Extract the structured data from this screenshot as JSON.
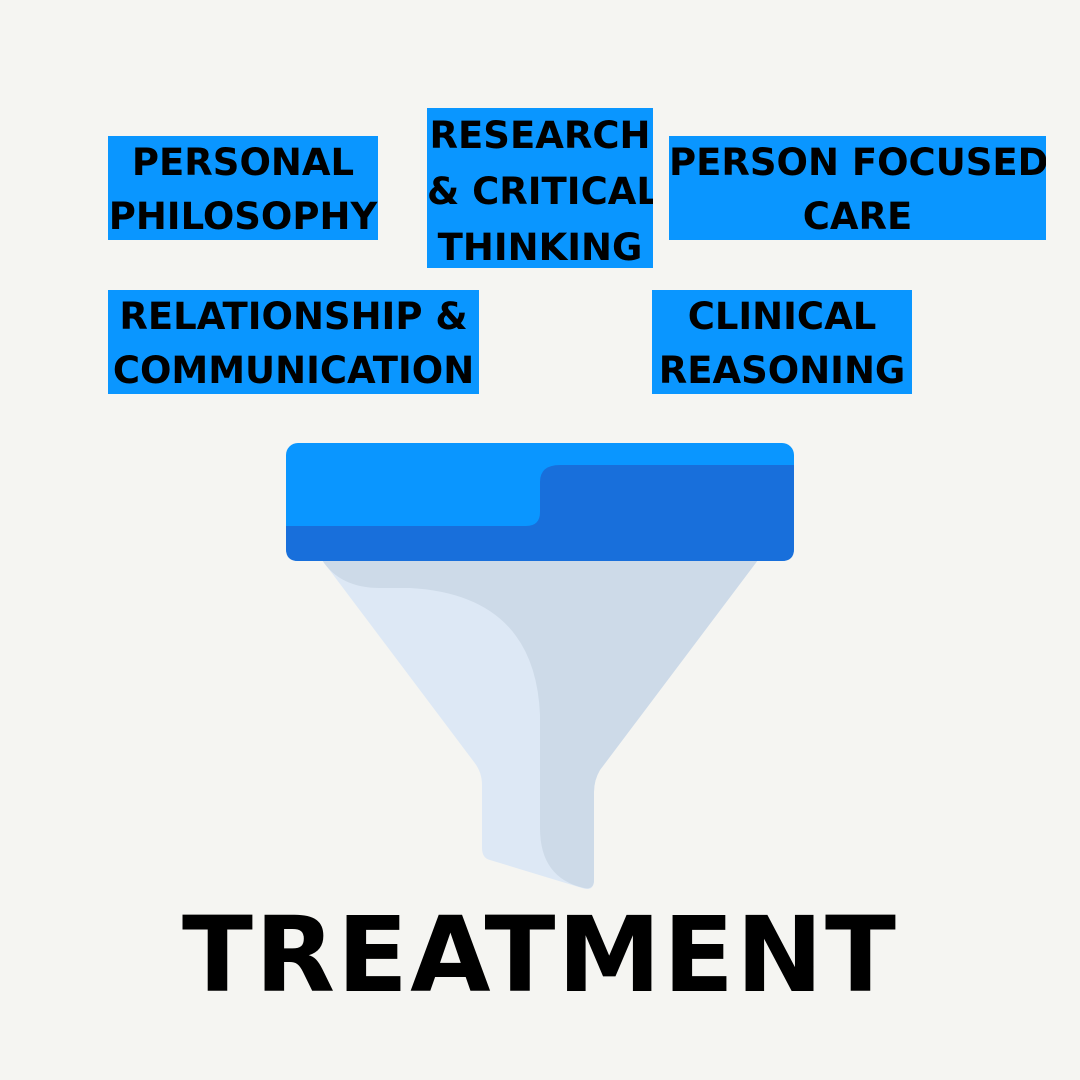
{
  "inputs": {
    "personal_philosophy": [
      "PERSONAL",
      "PHILOSOPHY"
    ],
    "research_critical_thinking": [
      "RESEARCH",
      "& CRITICAL",
      "THINKING"
    ],
    "person_focused_care": [
      "PERSON FOCUSED",
      "CARE"
    ],
    "relationship_communication": [
      "RELATIONSHIP &",
      "COMMUNICATION"
    ],
    "clinical_reasoning": [
      "CLINICAL",
      "REASONING"
    ]
  },
  "output": {
    "label": "TREATMENT"
  },
  "colors": {
    "background": "#f5f5f2",
    "label_fill": "#0a96ff",
    "funnel_rim_light": "#0a96ff",
    "funnel_rim_dark": "#186fdb",
    "funnel_body_light": "#dde8f5",
    "funnel_body_shade": "#cddae8"
  },
  "icons": {
    "funnel": "funnel-icon"
  }
}
